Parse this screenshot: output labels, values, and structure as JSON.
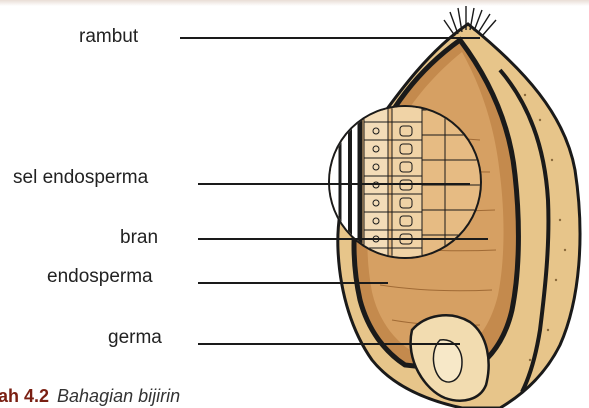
{
  "labels": {
    "rambut": "rambut",
    "sel_endosperma": "sel endosperma",
    "bran": "bran",
    "endosperma": "endosperma",
    "germa": "germa"
  },
  "caption": {
    "number": "ah 4.2",
    "title": "Bahagian bijirin"
  },
  "colors": {
    "outer_husk": "#e7c58a",
    "inner_endosperm": "#d6a063",
    "magnifier_fill": "#e6bb83",
    "caption_number": "#7a1f12",
    "outline": "#1a1a1a"
  }
}
